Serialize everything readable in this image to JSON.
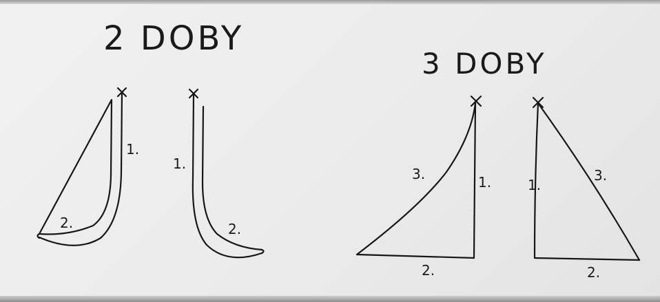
{
  "headings": {
    "two_beats": "2 DOBY",
    "three_beats": "3 DOBY"
  },
  "diagrams": {
    "two_beat_left": {
      "labels": [
        "1.",
        "2."
      ]
    },
    "two_beat_right": {
      "labels": [
        "1.",
        "2."
      ]
    },
    "three_beat_left": {
      "labels": [
        "1.",
        "2.",
        "3."
      ]
    },
    "three_beat_right": {
      "labels": [
        "1.",
        "2.",
        "3."
      ]
    }
  }
}
